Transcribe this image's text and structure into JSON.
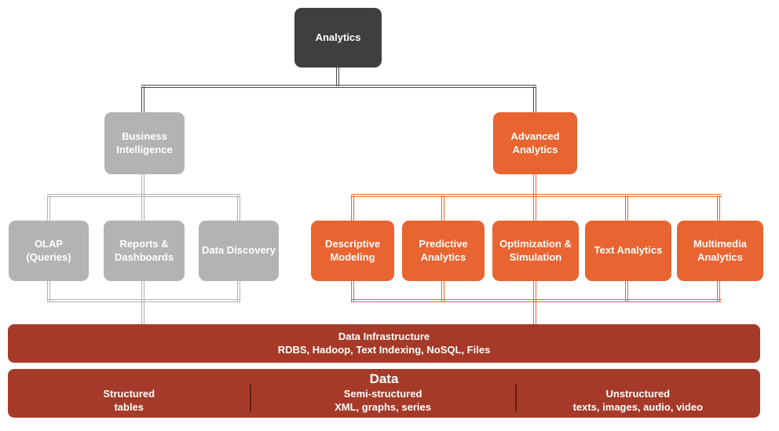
{
  "colors": {
    "node-dark": "#3F3F3F",
    "node-gray": "#B3B3B3",
    "node-orange": "#E86430",
    "bar-red": "#A63A28",
    "line-dark": "#4A4A4A",
    "line-gray": "#B0B0B0",
    "line-orange": "#E86430"
  },
  "tree": {
    "root": {
      "label": "Analytics"
    },
    "branches": [
      {
        "label": "Business Intelligence",
        "children": [
          {
            "label": "OLAP (Queries)"
          },
          {
            "label": "Reports & Dashboards"
          },
          {
            "label": "Data Discovery"
          }
        ]
      },
      {
        "label": "Advanced Analytics",
        "children": [
          {
            "label": "Descriptive Modeling"
          },
          {
            "label": "Predictive Analytics"
          },
          {
            "label": "Optimization & Simulation"
          },
          {
            "label": "Text Analytics"
          },
          {
            "label": "Multimedia Analytics"
          }
        ]
      }
    ]
  },
  "infrastructure_bar": {
    "title": "Data Infrastructure",
    "subtitle": "RDBS, Hadoop, Text Indexing, NoSQL, Files"
  },
  "data_bar": {
    "title": "Data",
    "sections": [
      {
        "title": "Structured",
        "subtitle": "tables"
      },
      {
        "title": "Semi-structured",
        "subtitle": "XML, graphs, series"
      },
      {
        "title": "Unstructured",
        "subtitle": "texts, images, audio, video"
      }
    ]
  }
}
